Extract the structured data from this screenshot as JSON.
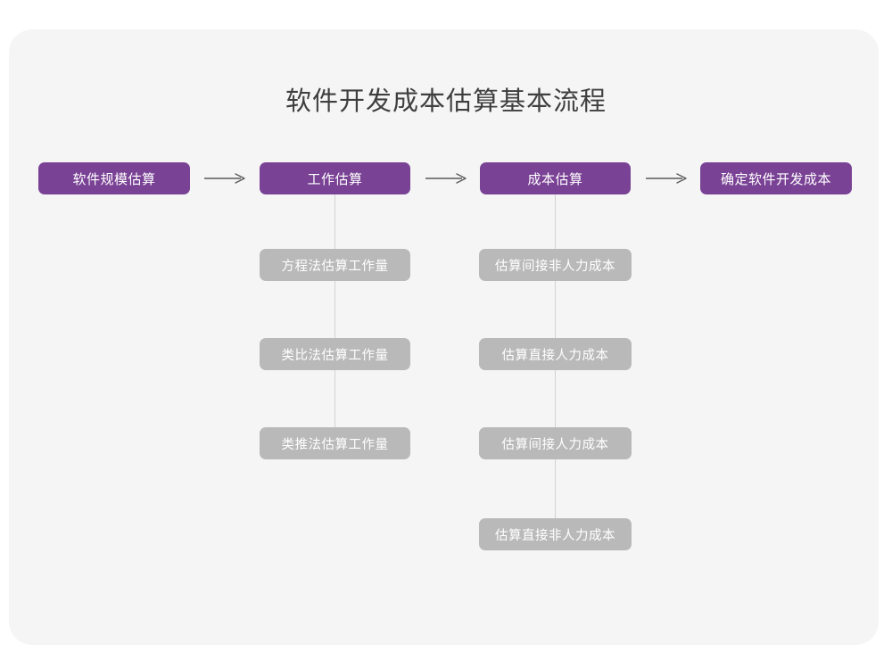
{
  "diagram": {
    "title": "软件开发成本估算基本流程",
    "colors": {
      "canvas": "#ffffff",
      "card": "#f5f5f6",
      "primary_node": "#7a4295",
      "secondary_node": "#b9b9b9",
      "node_text": "#ffffff",
      "title_text": "#3f3f3f",
      "connector": "#d2d2d2",
      "arrow": "#5a5a5a"
    },
    "main_steps": [
      {
        "id": "step-1",
        "label": "软件规模估算"
      },
      {
        "id": "step-2",
        "label": "工作估算"
      },
      {
        "id": "step-3",
        "label": "成本估算"
      },
      {
        "id": "step-4",
        "label": "确定软件开发成本"
      }
    ],
    "arrows": [
      {
        "id": "arrow-1",
        "glyph": "arrow-right-icon"
      },
      {
        "id": "arrow-2",
        "glyph": "arrow-right-icon"
      },
      {
        "id": "arrow-3",
        "glyph": "arrow-right-icon"
      }
    ],
    "branches": [
      {
        "id": "branch-work-estimation",
        "parent": "工作估算",
        "items": [
          {
            "label": "方程法估算工作量"
          },
          {
            "label": "类比法估算工作量"
          },
          {
            "label": "类推法估算工作量"
          }
        ]
      },
      {
        "id": "branch-cost-estimation",
        "parent": "成本估算",
        "items": [
          {
            "label": "估算间接非人力成本"
          },
          {
            "label": "估算直接人力成本"
          },
          {
            "label": "估算间接人力成本"
          },
          {
            "label": "估算直接非人力成本"
          }
        ]
      }
    ]
  }
}
